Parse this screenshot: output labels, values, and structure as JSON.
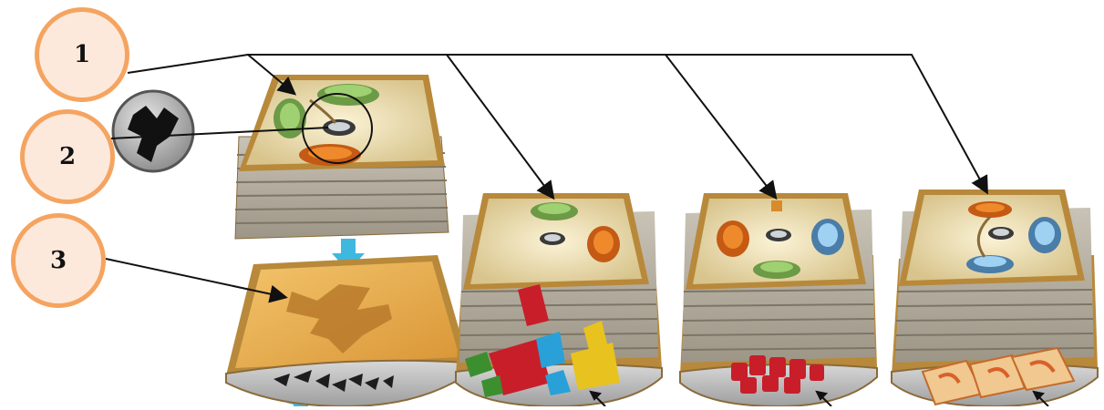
{
  "header": {
    "text": ""
  },
  "callouts": [
    {
      "id": "1",
      "label": "1"
    },
    {
      "id": "2",
      "label": "2"
    },
    {
      "id": "3",
      "label": "3"
    }
  ],
  "tokens": [
    {
      "name": "bird-silhouette-token",
      "icon": "bird-silhouette-icon"
    }
  ],
  "piles": [
    {
      "name": "puzzle-card-stack",
      "contents": "tangram-puzzle-cards"
    },
    {
      "name": "green-piece-stack",
      "supply": "tangram-pieces"
    },
    {
      "name": "orange-piece-stack",
      "supply": "red-cylinders"
    },
    {
      "name": "blue-piece-stack",
      "supply": "orange-tiles"
    }
  ],
  "colors": {
    "callout_fill": "#fde9dc",
    "callout_border": "#f5a460",
    "card_face": "#efe2b8",
    "card_edge": "#b8893a",
    "arrow_blue": "#3fb8e0",
    "tray_grey": "#b8b8b8",
    "solution_card": "#e2a13f"
  }
}
